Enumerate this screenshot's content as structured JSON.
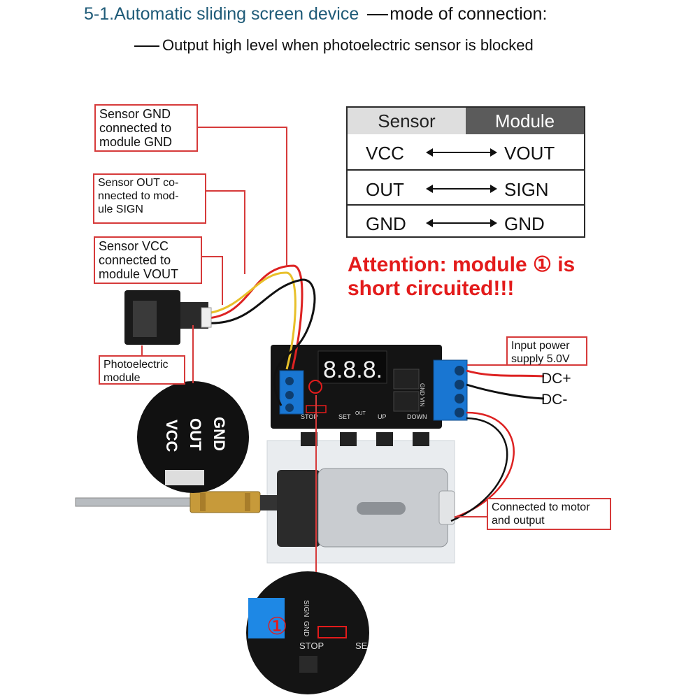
{
  "header": {
    "title": "5-1.Automatic sliding screen device",
    "title_suffix": "mode of connection:",
    "subtitle": "Output high level when photoelectric sensor is blocked"
  },
  "table": {
    "col_sensor": "Sensor",
    "col_module": "Module",
    "rows": [
      {
        "sensor": "VCC",
        "module": "VOUT"
      },
      {
        "sensor": "OUT",
        "module": "SIGN"
      },
      {
        "sensor": "GND",
        "module": "GND"
      }
    ]
  },
  "attention": "Attention: module ① is short circuited!!!",
  "callouts": {
    "gnd": [
      "Sensor GND",
      "connected to",
      "module GND"
    ],
    "out": [
      "Sensor OUT co-",
      "nnected to mod-",
      "ule SIGN"
    ],
    "vcc": [
      "Sensor VCC",
      "connected to",
      "module VOUT"
    ],
    "photo": [
      "Photoelectric",
      "module"
    ],
    "power": [
      "Input power",
      "supply 5.0V"
    ],
    "motor": [
      "Connected to motor",
      "and output"
    ]
  },
  "terminals": {
    "dc_plus": "DC+",
    "dc_minus": "DC-"
  },
  "board": {
    "buttons": [
      "STOP",
      "SET",
      "UP",
      "DOWN"
    ],
    "display": "8.8.8.",
    "pins_right": "GND VIN",
    "silk_out": "OUT"
  },
  "zoom_sensor": {
    "pins": [
      "VCC",
      "OUT",
      "GND"
    ]
  },
  "zoom_module": {
    "pins": [
      "SIGN",
      "GND"
    ],
    "button": "STOP",
    "button_next": "SE",
    "marker": "①"
  },
  "colors": {
    "accent_red": "#d63a3a",
    "title_blue": "#1f5b78",
    "attention": "#e31b1b"
  }
}
